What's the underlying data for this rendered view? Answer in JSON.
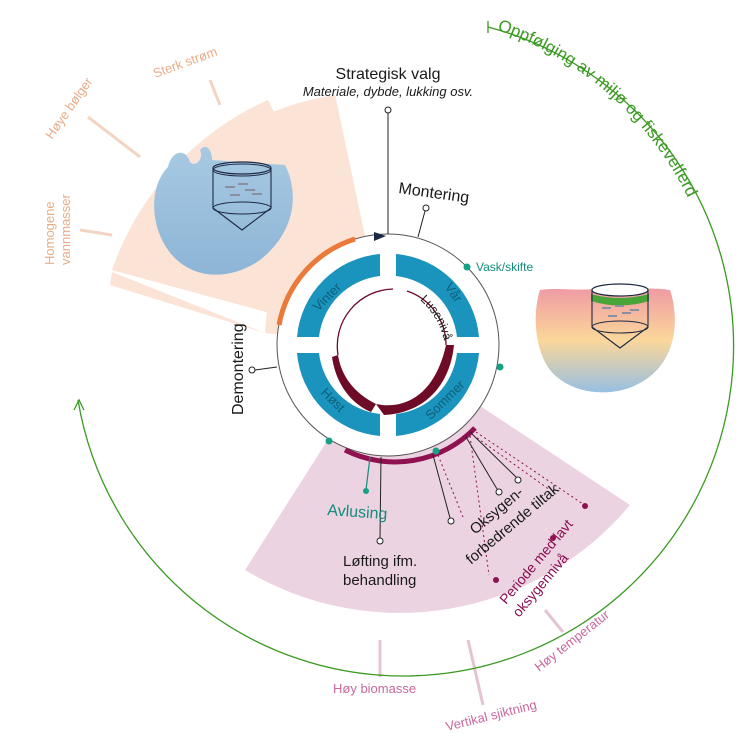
{
  "diagram": {
    "title": "Strategisk valg",
    "subtitle": "Materiale, dybde, lukking osv.",
    "monitoring_arc_label": "Oppfølging  av  miljø  og  fiskevelferd",
    "seasons": [
      "Vinter",
      "Vår",
      "Sommer",
      "Høst"
    ],
    "inner_label": "Lusenivå",
    "events": {
      "montering": "Montering",
      "demontering": "Demontering",
      "vask": "Vask/skifte",
      "avlusing": "Avlusing",
      "lofting_line1": "Løfting ifm.",
      "lofting_line2": "behandling",
      "oksygen_line1": "Oksygen-",
      "oksygen_line2": "forbedrende tiltak",
      "periode_line1": "Periode med lavt",
      "periode_line2": "oksygennivå"
    },
    "winter_risks": [
      "Sterk strøm",
      "Høye bølger",
      "Homogene",
      "vannmasser"
    ],
    "summer_risks": [
      "Høy biomasse",
      "Vertikal sjiktning",
      "Høy temperatur"
    ]
  },
  "colors": {
    "season_blue": "#1a93bd",
    "winter_sector": "#fbe3d6",
    "summer_sector": "#ecd3e2",
    "orange_arc": "#ea7a3a",
    "plum_arc": "#8f1150",
    "green_arc": "#3a9a22",
    "lice": "#6e0b26",
    "teal_dot": "#16a085"
  }
}
